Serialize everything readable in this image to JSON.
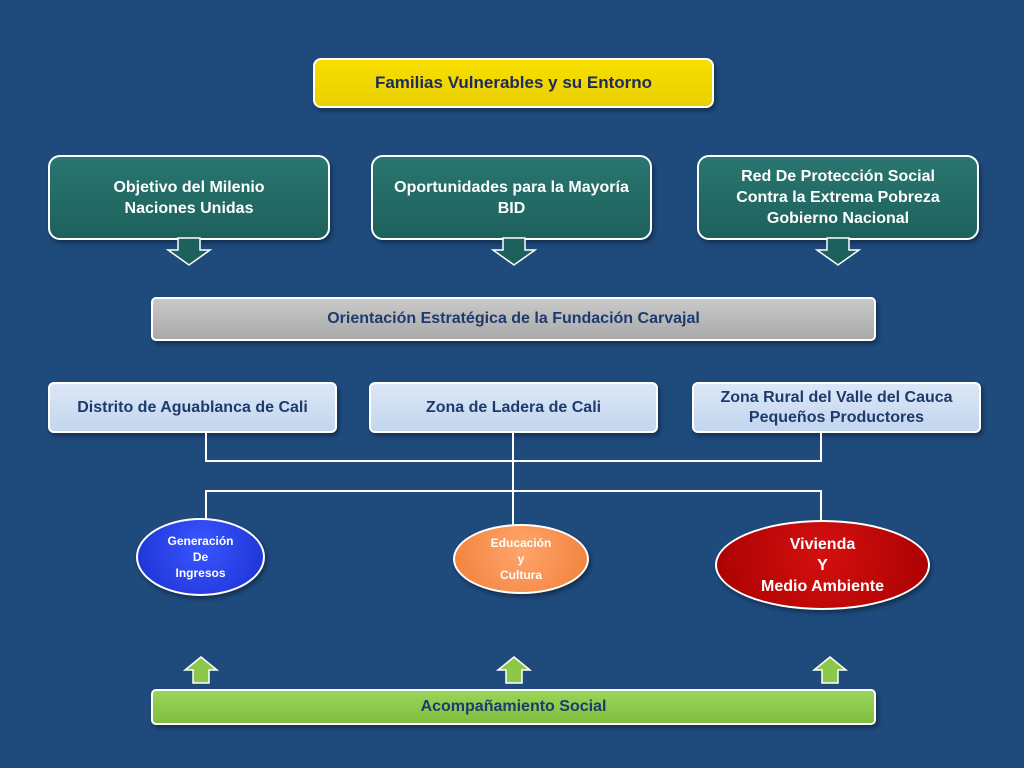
{
  "top": {
    "title": "Familias Vulnerables y su Entorno"
  },
  "sources": [
    {
      "line1": "Objetivo del Milenio",
      "line2": "Naciones Unidas",
      "line3": ""
    },
    {
      "line1": "Oportunidades para la Mayoría",
      "line2": "BID",
      "line3": ""
    },
    {
      "line1": "Red De Protección Social",
      "line2": "Contra la Extrema Pobreza",
      "line3": "Gobierno Nacional"
    }
  ],
  "strategy": {
    "label": "Orientación Estratégica de la Fundación Carvajal"
  },
  "zones": [
    {
      "line1": "Distrito de Aguablanca de Cali",
      "line2": ""
    },
    {
      "line1": "Zona de Ladera de Cali",
      "line2": ""
    },
    {
      "line1": "Zona Rural del Valle del Cauca",
      "line2": "Pequeños Productores"
    }
  ],
  "programs": [
    {
      "line1": "Generación",
      "line2": "De",
      "line3": "Ingresos"
    },
    {
      "line1": "Educación",
      "line2": "y",
      "line3": "Cultura"
    },
    {
      "line1": "Vivienda",
      "line2": "Y",
      "line3": "Medio Ambiente"
    }
  ],
  "support": {
    "label": "Acompañamiento Social"
  },
  "colors": {
    "background": "#1e4a7c",
    "yellow": "#f7e000",
    "teal": "#1d615c",
    "grey": "#b9b9b9",
    "light_blue": "#c3d6ee",
    "green": "#8cc94b",
    "oval_blue": "#1a2fd0",
    "oval_orange": "#f4904f",
    "oval_red": "#b80000"
  }
}
